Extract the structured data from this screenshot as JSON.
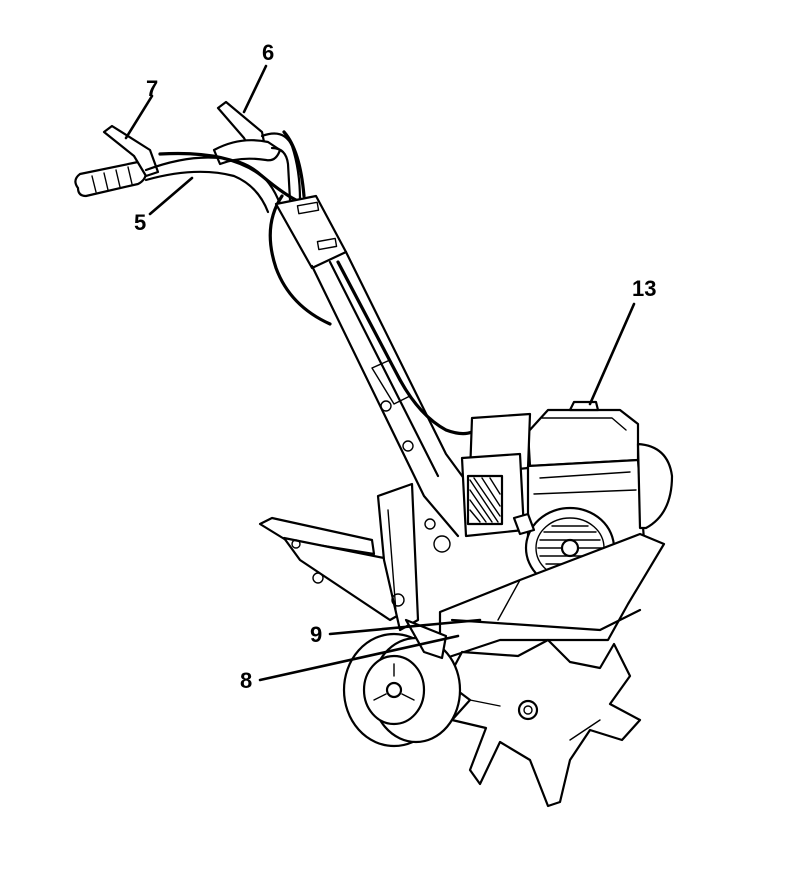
{
  "figure": {
    "callouts": [
      {
        "id": "callout-7",
        "label": "7"
      },
      {
        "id": "callout-6",
        "label": "6"
      },
      {
        "id": "callout-5",
        "label": "5"
      },
      {
        "id": "callout-13",
        "label": "13"
      },
      {
        "id": "callout-9",
        "label": "9"
      },
      {
        "id": "callout-8",
        "label": "8"
      }
    ]
  }
}
